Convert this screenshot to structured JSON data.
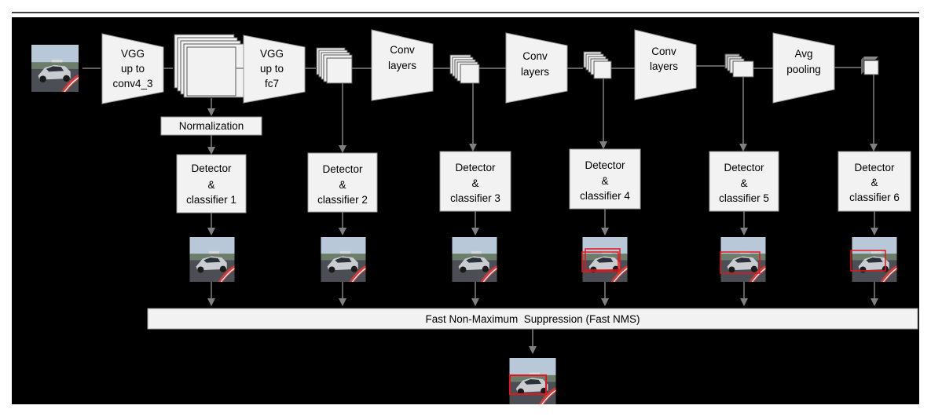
{
  "backbone": {
    "vgg_conv4_3": [
      "VGG",
      "up to",
      "conv4_3"
    ],
    "vgg_fc7": [
      "VGG",
      "up to",
      "fc7"
    ],
    "conv_a": [
      "Conv",
      "layers"
    ],
    "conv_b": [
      "Conv",
      "layers"
    ],
    "conv_c": [
      "Conv",
      "layers"
    ],
    "avg_pool": [
      "Avg",
      "pooling"
    ]
  },
  "normalization_label": "Normalization",
  "detectors": [
    [
      "Detector",
      "&",
      "classifier 1"
    ],
    [
      "Detector",
      "&",
      "classifier 2"
    ],
    [
      "Detector",
      "&",
      "classifier 3"
    ],
    [
      "Detector",
      "&",
      "classifier 4"
    ],
    [
      "Detector",
      "&",
      "classifier 5"
    ],
    [
      "Detector",
      "&",
      "classifier 6"
    ]
  ],
  "nms_label": "Fast Non-Maximum  Suppression (Fast NMS)",
  "colors": {
    "background": "#000000",
    "box_fill": "#f2f2f2",
    "arrow": "#808080",
    "detection_box": "#e8141b"
  }
}
